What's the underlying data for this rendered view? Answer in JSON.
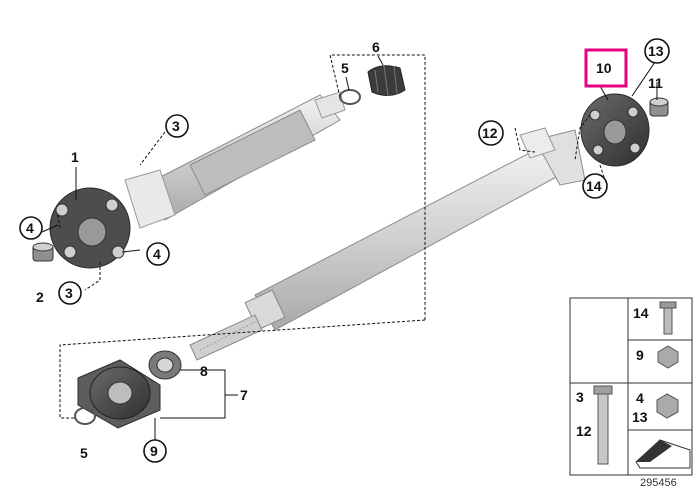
{
  "callouts": {
    "c1": "1",
    "c2": "2",
    "c3a": "3",
    "c3b": "3",
    "c4a": "4",
    "c4b": "4",
    "c5a": "5",
    "c5b": "5",
    "c6": "6",
    "c7": "7",
    "c8": "8",
    "c9": "9",
    "c10": "10",
    "c11": "11",
    "c12": "12",
    "c13": "13",
    "c14": "14"
  },
  "legend": {
    "r1": "14",
    "r2": "9",
    "r3a": "4",
    "r3b": "13",
    "left_top": "3",
    "left_bottom": "12"
  },
  "diagram_number": "295456",
  "highlight_color": "#e6007e"
}
